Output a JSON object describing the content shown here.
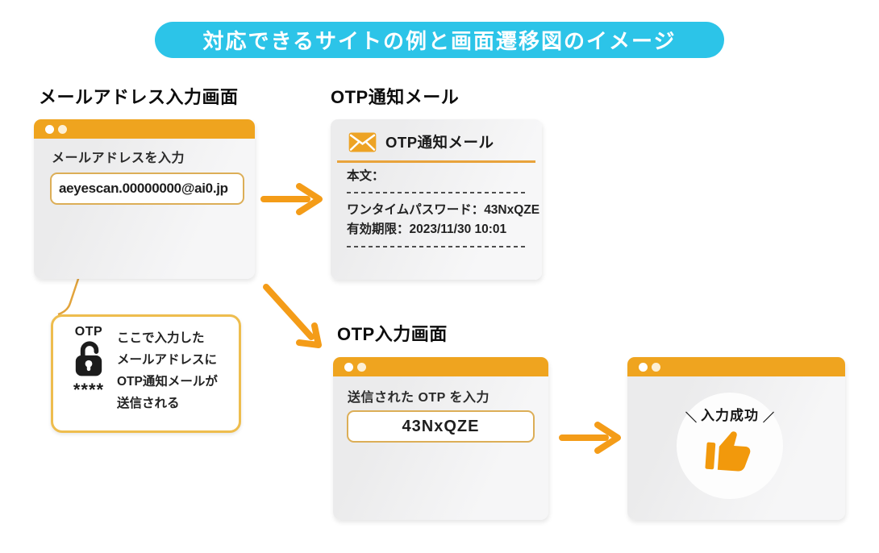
{
  "colors": {
    "banner_cyan": "#2cc4e8",
    "titlebar_orange": "#efa41f",
    "arrow_orange": "#f49c18",
    "input_border_gold": "#dcae57",
    "callout_border_gold": "#eebd4e",
    "icon_orange": "#eda325",
    "thumb_orange": "#f2990c"
  },
  "banner": {
    "title": "対応できるサイトの例と画面遷移図のイメージ"
  },
  "email_screen": {
    "heading": "メールアドレス入力画面",
    "label": "メールアドレスを入力",
    "input_value": "aeyescan.00000000@ai0.jp"
  },
  "otp_mail": {
    "heading": "OTP通知メール",
    "mail_title": "OTP通知メール",
    "body_label": "本文：",
    "otp_line": "ワンタイムパスワード：43NxQZE",
    "expiry_line": "有効期限：2023/11/30 10:01"
  },
  "callout": {
    "otp_label": "OTP",
    "stars": "****",
    "lines": [
      "ここで入力した",
      "メールアドレスに",
      "OTP通知メールが",
      "送信される"
    ]
  },
  "otp_screen": {
    "heading": "OTP入力画面",
    "label": "送信された OTP を入力",
    "input_value": "43NxQZE"
  },
  "success_screen": {
    "left_mark": "＼",
    "label": "入力成功",
    "right_mark": "／"
  }
}
